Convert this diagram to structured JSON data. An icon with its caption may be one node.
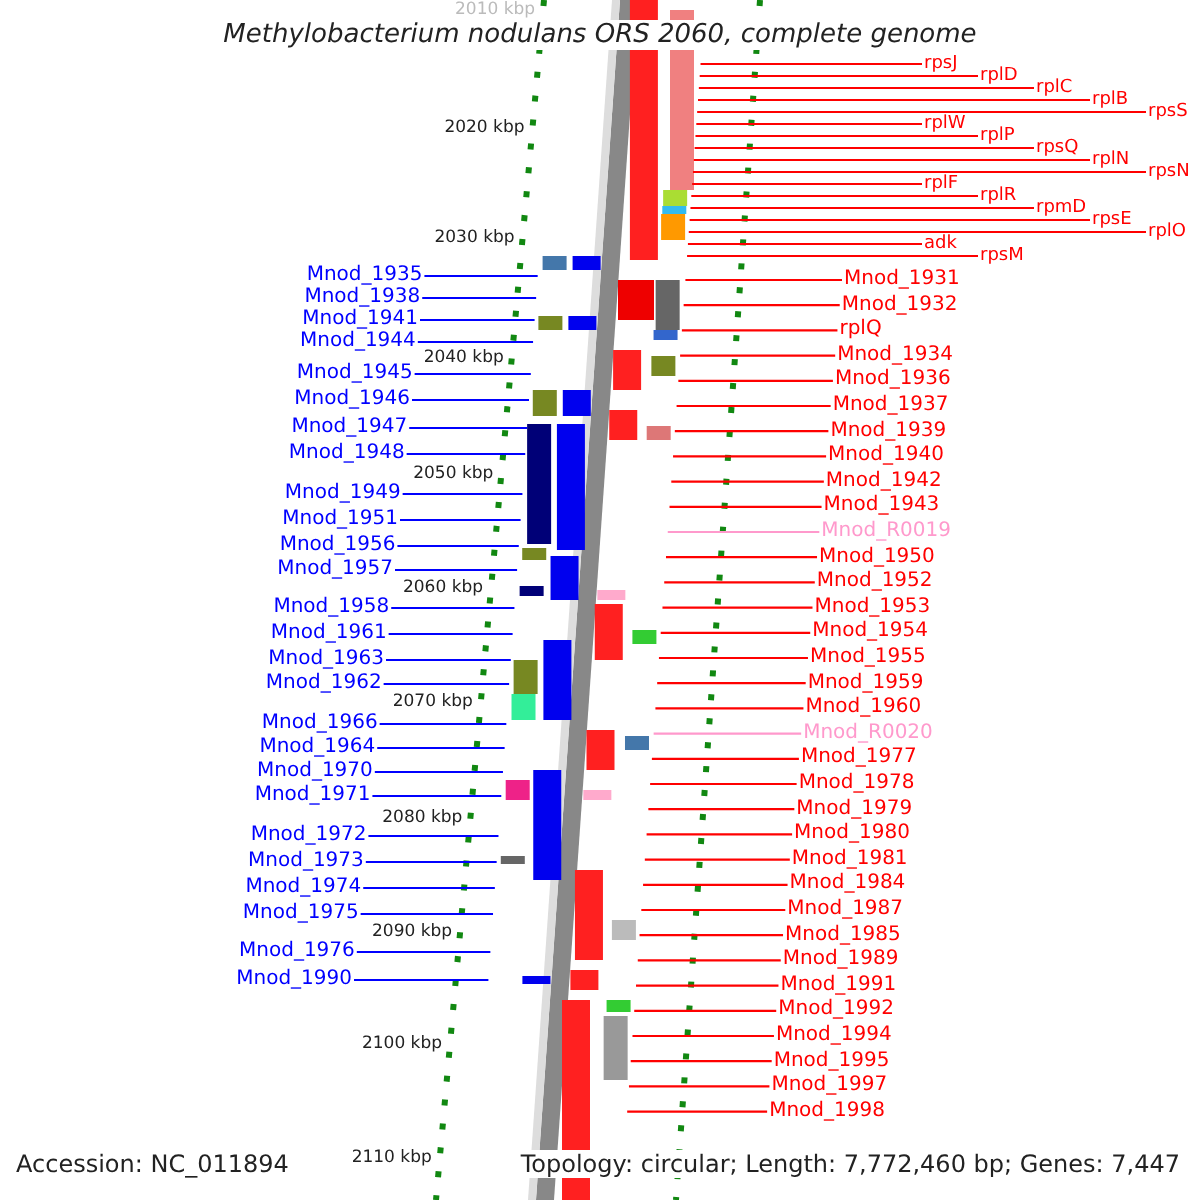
{
  "diagram": {
    "title": "Methylobacterium nodulans ORS 2060, complete genome",
    "nodes": [
      {
        "text": [
          "Mnod_1935"
        ]
      },
      {
        "text": [
          "Mnod_1938"
        ]
      },
      {
        "text": [
          "Mnod_1941"
        ]
      },
      {
        "text": [
          "Mnod_1944"
        ]
      },
      {
        "text": [
          "Mnod_1945"
        ]
      },
      {
        "text": [
          "Mnod_1946"
        ]
      },
      {
        "text": [
          "Mnod_1947"
        ]
      },
      {
        "text": [
          "Mnod_1948"
        ]
      },
      {
        "text": [
          "Mnod_1949"
        ]
      },
      {
        "text": [
          "Mnod_1951"
        ]
      },
      {
        "text": [
          "Mnod_1956"
        ]
      },
      {
        "text": [
          "Mnod_1957"
        ]
      },
      {
        "text": [
          "Mnod_1958"
        ]
      },
      {
        "text": [
          "Mnod_1961"
        ]
      },
      {
        "text": [
          "Mnod_1963"
        ]
      },
      {
        "text": [
          "Mnod_1962"
        ]
      },
      {
        "text": [
          "Mnod_1966"
        ]
      },
      {
        "text": [
          "Mnod_1964"
        ]
      },
      {
        "text": [
          "Mnod_1970"
        ]
      },
      {
        "text": [
          "Mnod_1971"
        ]
      },
      {
        "text": [
          "Mnod_1972"
        ]
      },
      {
        "text": [
          "Mnod_1973"
        ]
      },
      {
        "text": [
          "Mnod_1974"
        ]
      },
      {
        "text": [
          "Mnod_1975"
        ]
      },
      {
        "text": [
          "Mnod_1976"
        ]
      },
      {
        "text": [
          "Mnod_1990"
        ]
      },
      {
        "text": [
          "rpsJ"
        ]
      },
      {
        "text": [
          "rplD"
        ]
      },
      {
        "text": [
          "rplC"
        ]
      },
      {
        "text": [
          "rplB"
        ]
      },
      {
        "text": [
          "rpsS"
        ]
      },
      {
        "text": [
          "rplW"
        ]
      },
      {
        "text": [
          "rplP"
        ]
      },
      {
        "text": [
          "rpsQ"
        ]
      },
      {
        "text": [
          "rplN"
        ]
      },
      {
        "text": [
          "rpsN"
        ]
      },
      {
        "text": [
          "rplF"
        ]
      },
      {
        "text": [
          "rplR"
        ]
      },
      {
        "text": [
          "rpmD"
        ]
      },
      {
        "text": [
          "rpsE"
        ]
      },
      {
        "text": [
          "rplO"
        ]
      },
      {
        "text": [
          "adk"
        ]
      },
      {
        "text": [
          "rpsM"
        ]
      },
      {
        "text": [
          "Mnod_1931"
        ]
      },
      {
        "text": [
          "Mnod_1932"
        ]
      },
      {
        "text": [
          "rplQ"
        ]
      },
      {
        "text": [
          "Mnod_1934"
        ]
      },
      {
        "text": [
          "Mnod_1936"
        ]
      },
      {
        "text": [
          "Mnod_1937"
        ]
      },
      {
        "text": [
          "Mnod_1939"
        ]
      },
      {
        "text": [
          "Mnod_1940"
        ]
      },
      {
        "text": [
          "Mnod_1942"
        ]
      },
      {
        "text": [
          "Mnod_1943"
        ]
      },
      {
        "text": [
          "Mnod_R0019"
        ]
      },
      {
        "text": [
          "Mnod_1950"
        ]
      },
      {
        "text": [
          "Mnod_1952"
        ]
      },
      {
        "text": [
          "Mnod_1953"
        ]
      },
      {
        "text": [
          "Mnod_1954"
        ]
      },
      {
        "text": [
          "Mnod_1955"
        ]
      },
      {
        "text": [
          "Mnod_1959"
        ]
      },
      {
        "text": [
          "Mnod_1960"
        ]
      },
      {
        "text": [
          "Mnod_R0020"
        ]
      },
      {
        "text": [
          "Mnod_1977"
        ]
      },
      {
        "text": [
          "Mnod_1978"
        ]
      },
      {
        "text": [
          "Mnod_1979"
        ]
      },
      {
        "text": [
          "Mnod_1980"
        ]
      },
      {
        "text": [
          "Mnod_1981"
        ]
      },
      {
        "text": [
          "Mnod_1984"
        ]
      },
      {
        "text": [
          "Mnod_1987"
        ]
      },
      {
        "text": [
          "Mnod_1985"
        ]
      },
      {
        "text": [
          "Mnod_1989"
        ]
      },
      {
        "text": [
          "Mnod_1991"
        ]
      },
      {
        "text": [
          "Mnod_1992"
        ]
      },
      {
        "text": [
          "Mnod_1994"
        ]
      },
      {
        "text": [
          "Mnod_1995"
        ]
      },
      {
        "text": [
          "Mnod_1997"
        ]
      },
      {
        "text": [
          "Mnod_1998"
        ]
      }
    ],
    "edges": [
      {
        "from": 0,
        "to": null,
        "arrow": "none",
        "color": "#0000ff"
      },
      {
        "from": 1,
        "to": null,
        "arrow": "none",
        "color": "#0000ff"
      },
      {
        "from": 2,
        "to": null,
        "arrow": "none",
        "color": "#0000ff"
      },
      {
        "from": 3,
        "to": null,
        "arrow": "none",
        "color": "#0000ff"
      },
      {
        "from": 4,
        "to": null,
        "arrow": "none",
        "color": "#0000ff"
      },
      {
        "from": 5,
        "to": null,
        "arrow": "none",
        "color": "#0000ff"
      },
      {
        "from": 6,
        "to": null,
        "arrow": "none",
        "color": "#0000ff"
      },
      {
        "from": 7,
        "to": null,
        "arrow": "none",
        "color": "#0000ff"
      },
      {
        "from": 8,
        "to": null,
        "arrow": "none",
        "color": "#0000ff"
      },
      {
        "from": 9,
        "to": null,
        "arrow": "none",
        "color": "#0000ff"
      },
      {
        "from": 10,
        "to": null,
        "arrow": "none",
        "color": "#0000ff"
      },
      {
        "from": 11,
        "to": null,
        "arrow": "none",
        "color": "#0000ff"
      },
      {
        "from": 12,
        "to": null,
        "arrow": "none",
        "color": "#0000ff"
      },
      {
        "from": 13,
        "to": null,
        "arrow": "none",
        "color": "#0000ff"
      },
      {
        "from": 14,
        "to": null,
        "arrow": "none",
        "color": "#0000ff"
      },
      {
        "from": 15,
        "to": null,
        "arrow": "none",
        "color": "#0000ff"
      },
      {
        "from": 16,
        "to": null,
        "arrow": "none",
        "color": "#0000ff"
      },
      {
        "from": 17,
        "to": null,
        "arrow": "none",
        "color": "#0000ff"
      },
      {
        "from": 18,
        "to": null,
        "arrow": "none",
        "color": "#0000ff"
      },
      {
        "from": 19,
        "to": null,
        "arrow": "none",
        "color": "#0000ff"
      },
      {
        "from": 20,
        "to": null,
        "arrow": "none",
        "color": "#0000ff"
      },
      {
        "from": 21,
        "to": null,
        "arrow": "none",
        "color": "#0000ff"
      },
      {
        "from": 22,
        "to": null,
        "arrow": "none",
        "color": "#0000ff"
      },
      {
        "from": 23,
        "to": null,
        "arrow": "none",
        "color": "#0000ff"
      },
      {
        "from": 24,
        "to": null,
        "arrow": "none",
        "color": "#0000ff"
      },
      {
        "from": 25,
        "to": null,
        "arrow": "none",
        "color": "#0000ff"
      },
      {
        "from": 26,
        "to": null,
        "arrow": "none"
      },
      {
        "from": 27,
        "to": null,
        "arrow": "none"
      },
      {
        "from": 28,
        "to": null,
        "arrow": "none"
      },
      {
        "from": 29,
        "to": null,
        "arrow": "none"
      },
      {
        "from": 30,
        "to": null,
        "arrow": "none"
      },
      {
        "from": 31,
        "to": null,
        "arrow": "none"
      },
      {
        "from": 32,
        "to": null,
        "arrow": "none"
      },
      {
        "from": 33,
        "to": null,
        "arrow": "none"
      },
      {
        "from": 34,
        "to": null,
        "arrow": "none"
      },
      {
        "from": 35,
        "to": null,
        "arrow": "none"
      },
      {
        "from": 36,
        "to": null,
        "arrow": "none"
      },
      {
        "from": 37,
        "to": null,
        "arrow": "none"
      },
      {
        "from": 38,
        "to": null,
        "arrow": "none"
      },
      {
        "from": 39,
        "to": null,
        "arrow": "none"
      },
      {
        "from": 40,
        "to": null,
        "arrow": "none"
      },
      {
        "from": 41,
        "to": null,
        "arrow": "none"
      },
      {
        "from": 42,
        "to": null,
        "arrow": "none"
      },
      {
        "from": 43,
        "to": null,
        "arrow": "none"
      },
      {
        "from": 44,
        "to": null,
        "arrow": "none"
      },
      {
        "from": 45,
        "to": null,
        "arrow": "none"
      },
      {
        "from": 46,
        "to": null,
        "arrow": "none"
      },
      {
        "from": 47,
        "to": null,
        "arrow": "none"
      },
      {
        "from": 48,
        "to": null,
        "arrow": "none"
      },
      {
        "from": 49,
        "to": null,
        "arrow": "none"
      },
      {
        "from": 50,
        "to": null,
        "arrow": "none"
      },
      {
        "from": 51,
        "to": null,
        "arrow": "none"
      },
      {
        "from": 52,
        "to": null,
        "arrow": "none"
      },
      {
        "from": 53,
        "to": null,
        "arrow": "none",
        "color": "#ff99cc"
      },
      {
        "from": 54,
        "to": null,
        "arrow": "none"
      },
      {
        "from": 55,
        "to": null,
        "arrow": "none"
      },
      {
        "from": 56,
        "to": null,
        "arrow": "none"
      },
      {
        "from": 57,
        "to": null,
        "arrow": "none"
      },
      {
        "from": 58,
        "to": null,
        "arrow": "none"
      },
      {
        "from": 59,
        "to": null,
        "arrow": "none"
      },
      {
        "from": 60,
        "to": null,
        "arrow": "none"
      },
      {
        "from": 61,
        "to": null,
        "arrow": "none",
        "color": "#ff99cc"
      },
      {
        "from": 62,
        "to": null,
        "arrow": "none"
      },
      {
        "from": 63,
        "to": null,
        "arrow": "none"
      },
      {
        "from": 64,
        "to": null,
        "arrow": "none"
      },
      {
        "from": 65,
        "to": null,
        "arrow": "none"
      },
      {
        "from": 66,
        "to": null,
        "arrow": "none"
      },
      {
        "from": 67,
        "to": null,
        "arrow": "none"
      },
      {
        "from": 68,
        "to": null,
        "arrow": "none"
      },
      {
        "from": 69,
        "to": null,
        "arrow": "none"
      },
      {
        "from": 70,
        "to": null,
        "arrow": "none"
      },
      {
        "from": 71,
        "to": null,
        "arrow": "none"
      },
      {
        "from": 72,
        "to": null,
        "arrow": "none"
      },
      {
        "from": 73,
        "to": null,
        "arrow": "none"
      },
      {
        "from": 74,
        "to": null,
        "arrow": "none"
      },
      {
        "from": 75,
        "to": null,
        "arrow": "none"
      },
      {
        "from": 76,
        "to": null,
        "arrow": "none"
      }
    ],
    "labels": [
      "2010 kbp",
      "2020 kbp",
      "2030 kbp",
      "2040 kbp",
      "2050 kbp",
      "2060 kbp",
      "2070 kbp",
      "2080 kbp",
      "2090 kbp",
      "2100 kbp",
      "2110 kbp",
      "Accession: NC_011894",
      "Topology: circular; Length: 7,772,460 bp; Genes: 7,447"
    ]
  }
}
